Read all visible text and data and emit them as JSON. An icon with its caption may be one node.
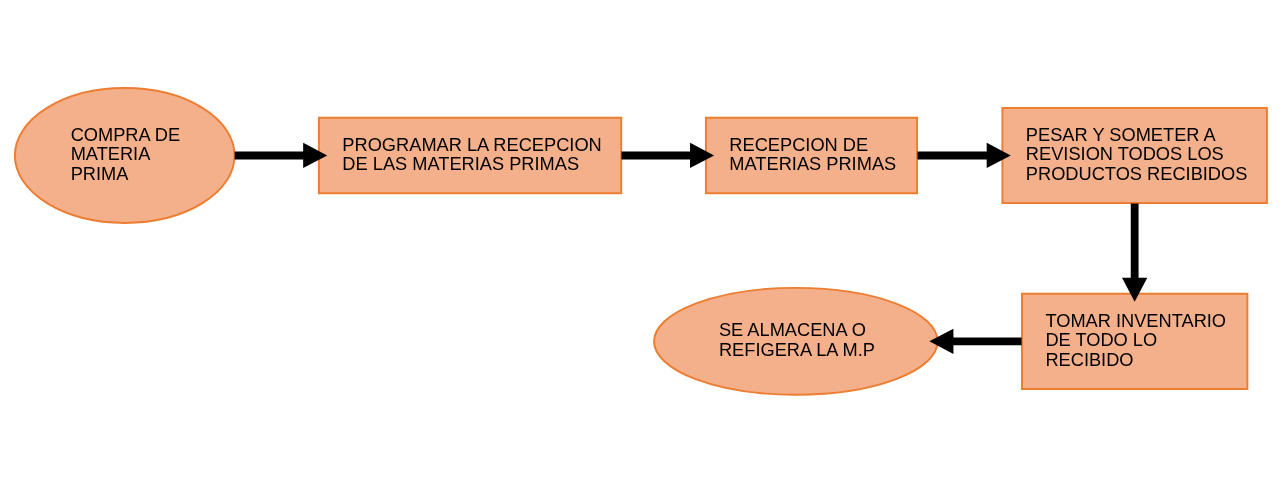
{
  "diagram": {
    "nodes": [
      {
        "text": [
          "COMPRA DE MATERIA PRIMA"
        ]
      },
      {
        "text": [
          "PROGRAMAR LA RECEPCION DE LAS MATERIAS PRIMAS"
        ]
      },
      {
        "text": [
          "RECEPCION DE MATERIAS PRIMAS"
        ]
      },
      {
        "text": [
          "PESAR Y SOMETER A REVISION TODOS LOS PRODUCTOS RECIBIDOS"
        ]
      },
      {
        "text": [
          "TOMAR INVENTARIO DE TODO LO RECIBIDO"
        ]
      },
      {
        "text": [
          "SE ALMACENA O REFIGERA LA M.P"
        ]
      }
    ],
    "edges": [
      {
        "from": 0,
        "to": 1,
        "arrow": "to"
      },
      {
        "from": 1,
        "to": 2,
        "arrow": "to"
      },
      {
        "from": 2,
        "to": 3,
        "arrow": "to"
      },
      {
        "from": 3,
        "to": 4,
        "arrow": "to"
      },
      {
        "from": 4,
        "to": 5,
        "arrow": "to"
      }
    ]
  }
}
